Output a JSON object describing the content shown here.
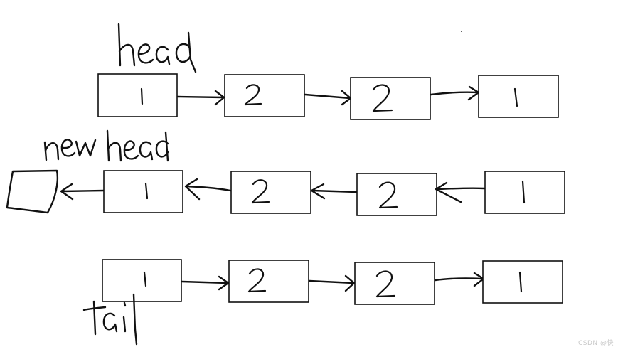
{
  "rows": [
    {
      "id": "original",
      "label": "head",
      "nodes": [
        {
          "value": "1"
        },
        {
          "value": "2"
        },
        {
          "value": "2"
        },
        {
          "value": "1"
        }
      ]
    },
    {
      "id": "reversed",
      "label": "newhead",
      "nodes": [
        {
          "value": "1"
        },
        {
          "value": "2"
        },
        {
          "value": "2"
        },
        {
          "value": "1"
        }
      ]
    },
    {
      "id": "result",
      "label": "tail",
      "nodes": [
        {
          "value": "1"
        },
        {
          "value": "2"
        },
        {
          "value": "2"
        },
        {
          "value": "1"
        }
      ]
    }
  ],
  "watermark": "CSDN @快"
}
